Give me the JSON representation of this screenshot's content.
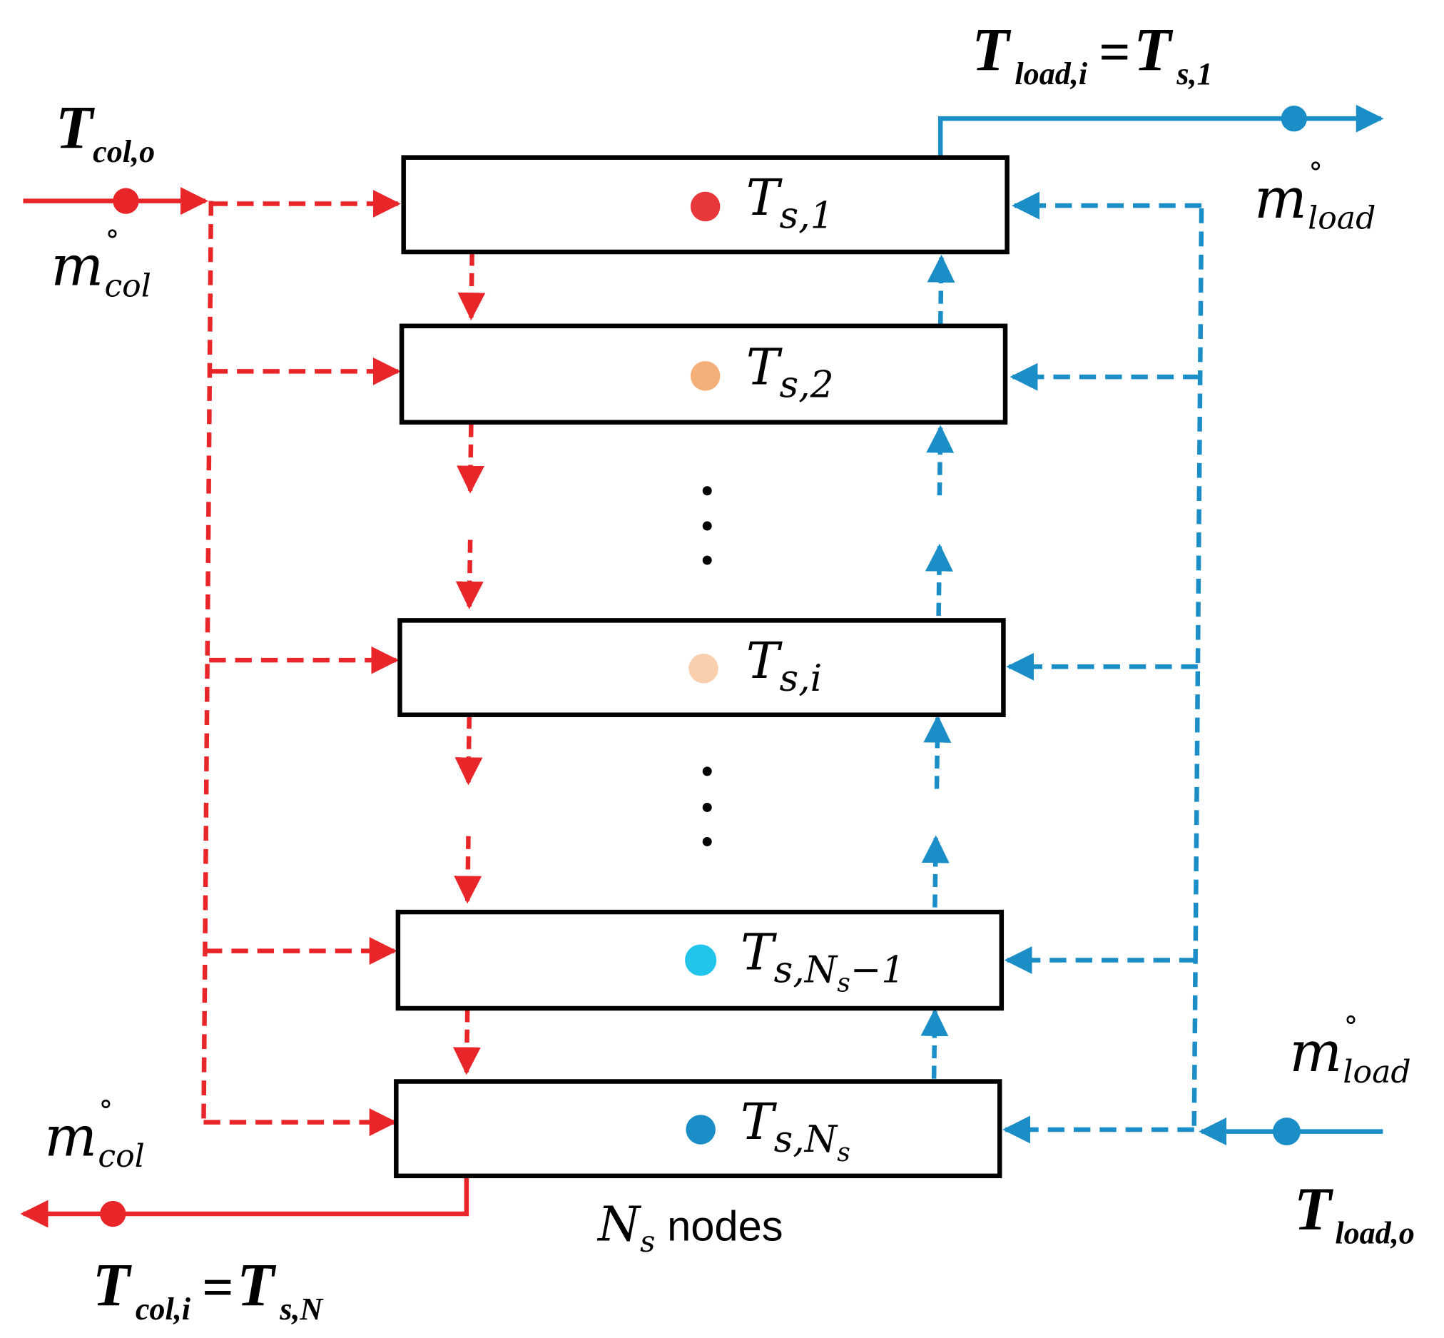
{
  "colors": {
    "collector": "#e8262a",
    "load": "#1b8ec7",
    "node_box": "#000000"
  },
  "nodes": [
    {
      "main": "T",
      "sub": "s,1",
      "subsub": "",
      "tail": "",
      "dot_color": "#e8383c"
    },
    {
      "main": "T",
      "sub": "s,2",
      "subsub": "",
      "tail": "",
      "dot_color": "#f5b07a"
    },
    {
      "main": "T",
      "sub": "s,i",
      "subsub": "",
      "tail": "",
      "dot_color": "#f9cfae"
    },
    {
      "main": "T",
      "sub": "s,N",
      "subsub": "s",
      "tail": "−1",
      "dot_color": "#22c4ea"
    },
    {
      "main": "T",
      "sub": "s,N",
      "subsub": "s",
      "tail": "",
      "dot_color": "#1b8ec7"
    }
  ],
  "labels": {
    "t_col_o": {
      "main": "T",
      "sub": "col,o"
    },
    "m_col_top": {
      "main": "m",
      "sup": "°",
      "sub": "col"
    },
    "m_col_bottom": {
      "main": "m",
      "sup": "°",
      "sub": "col"
    },
    "t_col_i": {
      "left_main": "T",
      "left_sub": "col,i",
      "equals": "=",
      "right_main": "T",
      "right_sub": "s,N"
    },
    "t_load_i": {
      "left_main": "T",
      "left_sub": "load,i",
      "equals": "=",
      "right_main": "T",
      "right_sub": "s,1"
    },
    "m_load_top": {
      "main": "m",
      "sup": "°",
      "sub": "load"
    },
    "m_load_bottom": {
      "main": "m",
      "sup": "°",
      "sub": "load"
    },
    "t_load_o": {
      "main": "T",
      "sub": "load,o"
    },
    "nodes_caption": {
      "main": "N",
      "sub": "s",
      "text": " nodes"
    }
  }
}
